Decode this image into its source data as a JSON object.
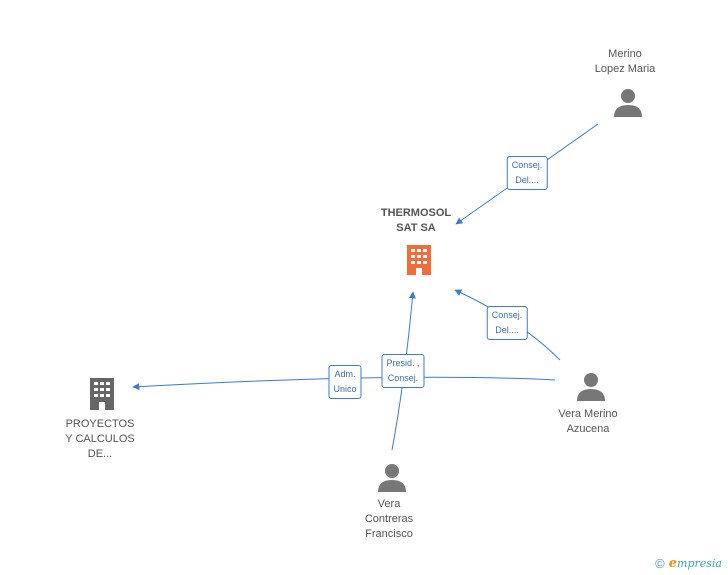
{
  "nodes": {
    "main_company": {
      "label": "THERMOSOL\nSAT SA",
      "type": "company",
      "color": "#f26b3a"
    },
    "other_company": {
      "label": "PROYECTOS\nY CALCULOS\nDE...",
      "type": "company",
      "color": "#666666"
    },
    "merino": {
      "label": "Merino\nLopez Maria",
      "type": "person",
      "color": "#777777"
    },
    "vera_azucena": {
      "label": "Vera Merino\nAzucena",
      "type": "person",
      "color": "#777777"
    },
    "vera_francisco": {
      "label": "Vera\nContreras\nFrancisco",
      "type": "person",
      "color": "#777777"
    }
  },
  "edges": {
    "merino_main": {
      "label": "Consej.\nDel...."
    },
    "azucena_main": {
      "label": "Consej.\nDel...."
    },
    "francisco_main": {
      "label": "Presid. ,\nConsej."
    },
    "azucena_other": {
      "label": "Adm.\nUnico"
    }
  },
  "edge_color": "#3a7bd5",
  "footer": {
    "copyright": "©",
    "brand_initial": "e",
    "brand_rest": "mpresia"
  }
}
